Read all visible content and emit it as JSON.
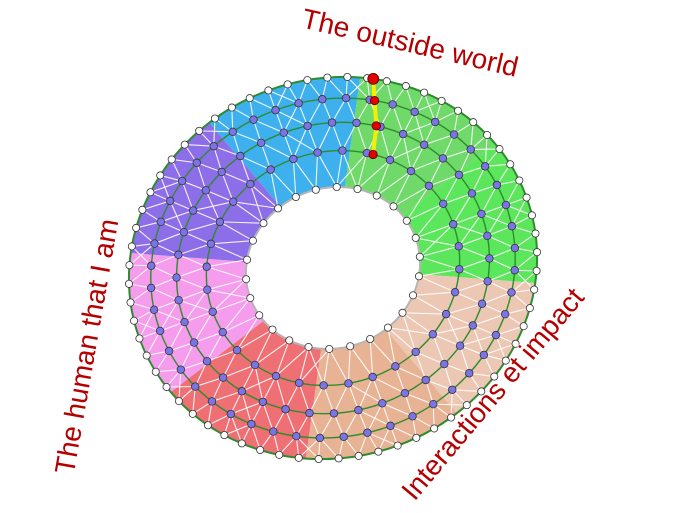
{
  "labels": {
    "top": "The outside world",
    "left": "The human that I am",
    "right": "Interactions et impact"
  },
  "colors": {
    "label": "#b40000",
    "ring_line": "#2e8b2e",
    "mesh_line": "#ffffff",
    "inner_node": "#7b74e8",
    "boundary_node": "#ffffff",
    "highlight_path": "#f5f000",
    "highlight_node": "#e00000"
  },
  "sectors": [
    {
      "name": "blue",
      "color": "#3fb0ee"
    },
    {
      "name": "green",
      "color": "#6fd96a"
    },
    {
      "name": "bright-green",
      "color": "#5ce65c"
    },
    {
      "name": "peach-light",
      "color": "#ecc8b4"
    },
    {
      "name": "peach",
      "color": "#e7b394"
    },
    {
      "name": "red",
      "color": "#ee6f74"
    },
    {
      "name": "pink",
      "color": "#f59ced"
    },
    {
      "name": "violet",
      "color": "#8d6ee9"
    }
  ]
}
